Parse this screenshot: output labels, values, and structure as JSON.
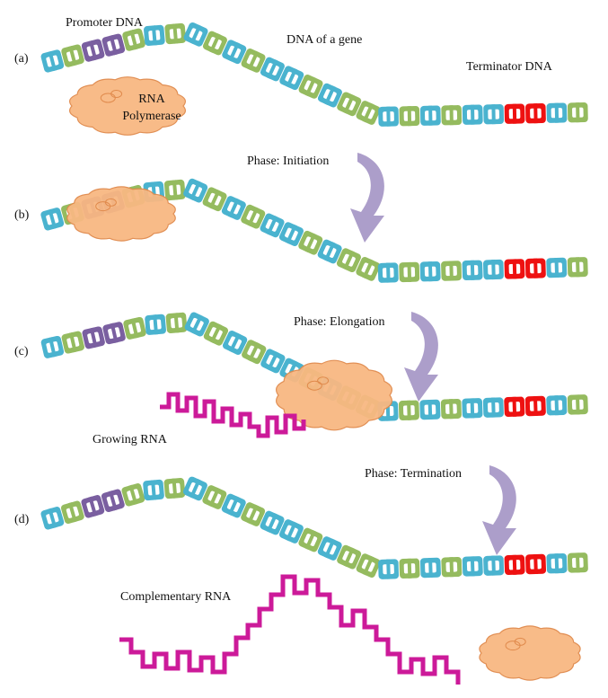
{
  "panels": [
    {
      "id": "a",
      "marker": "(a)"
    },
    {
      "id": "b",
      "marker": "(b)"
    },
    {
      "id": "c",
      "marker": "(c)"
    },
    {
      "id": "d",
      "marker": "(d)"
    }
  ],
  "labels": {
    "promoter": "Promoter DNA",
    "gene": "DNA of a gene",
    "terminator": "Terminator DNA",
    "polymerase_line1": "RNA",
    "polymerase_line2": "Polymerase",
    "growing_rna": "Growing RNA",
    "complementary_rna": "Complementary RNA"
  },
  "phases": [
    "Phase: Initiation",
    "Phase: Elongation",
    "Phase: Termination"
  ],
  "colors": {
    "blue": "#4ab3cf",
    "green": "#95bb5f",
    "purple": "#7a5fa0",
    "red": "#ee1111",
    "rna": "#cc1a99",
    "polymerase": "#f8b882",
    "polymerase_edge": "#e08a4c",
    "arrow": "#a393c4"
  }
}
